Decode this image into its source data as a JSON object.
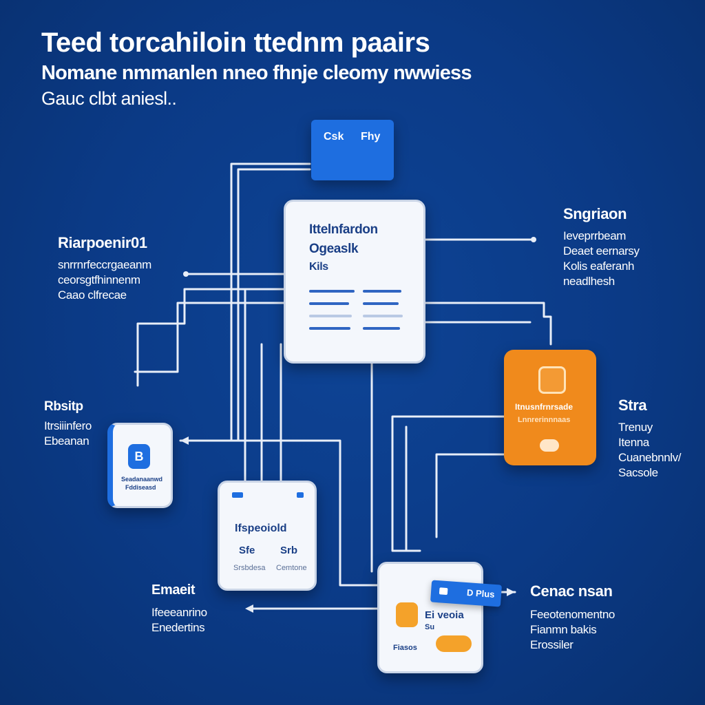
{
  "header": {
    "title": "Teed torcahiloin ttednm paairs",
    "subtitle_line1": "Nomane nmmanlen nneo fhnje cleomy nwwiess",
    "subtitle_line2": "Gauc clbt aniesl.."
  },
  "top_box": {
    "label_a": "Csk",
    "label_b": "Fhy"
  },
  "main_card": {
    "line1": "Ittelnfardon",
    "line2": "Ogeaslk",
    "line3": "Kils"
  },
  "left_label": {
    "title": "Riarpoenir01",
    "lines": [
      "snrrnrfeccrgaeanm",
      "ceorsgtfhinnenm",
      "Caao clfrecae"
    ]
  },
  "right_label": {
    "title": "Sngriaon",
    "lines": [
      "Ieveprrbeam",
      "Deaet eernarsy",
      "Kolis eaferanh",
      "neadlhesh"
    ]
  },
  "left_mid_label": {
    "title": "Rbsitp",
    "lines": [
      "Itrsiiinfero",
      "Ebeanan"
    ]
  },
  "left_card": {
    "icon_glyph": "B",
    "text1": "Seadanaanwd",
    "text2": "Fddiseasd"
  },
  "orange_card": {
    "text1": "Itnusnfrnrsade",
    "text2": "Lnnrerinnnaas"
  },
  "right_mid_label": {
    "title": "Stra",
    "lines": [
      "Trenuy",
      "Itenna",
      "Cuanebnnlv/",
      "Sacsole"
    ]
  },
  "bottom_card": {
    "title": "Ifspeoiold",
    "col_a": "Sfe",
    "col_b": "Srb",
    "sub_a": "Srsbdesa",
    "sub_b": "Cemtone"
  },
  "bottom_left_label": {
    "title": "Emaeit",
    "lines": [
      "Ifeeeanrino",
      "Enedertins"
    ]
  },
  "bottom_right_card": {
    "tag": "D Plus",
    "name": "Ei veoia",
    "sub": "Su",
    "foot": "Fiasos"
  },
  "bottom_right_label": {
    "title": "Cenac nsan",
    "lines": [
      "Feeotenomentno",
      "Fianmn bakis",
      "Erossiler"
    ]
  }
}
